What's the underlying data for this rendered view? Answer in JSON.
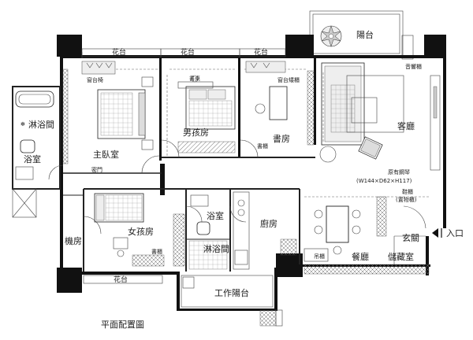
{
  "title": "平面配置圖",
  "rooms": {
    "balcony_top": "陽台",
    "master_bedroom": "主臥室",
    "boys_room": "男孩房",
    "study": "書房",
    "living_room": "客廳",
    "bath_left": "浴室",
    "shower_left": "淋浴間",
    "girls_room": "女孩房",
    "bath_mid": "浴室",
    "shower_mid": "淋浴間",
    "kitchen": "廚房",
    "dining": "餐廳",
    "foyer": "玄關",
    "storage": "儲藏室",
    "machine_room": "機房",
    "work_balcony": "工作陽台"
  },
  "planters": [
    "花台",
    "花台",
    "花台",
    "花台"
  ],
  "furniture": {
    "window_seat_master": "窗台椅",
    "desk_boys": "書桌",
    "window_cabinet_study": "窗台矮櫃",
    "bookcase_boys": "書櫃",
    "bookcase_girls": "書櫃",
    "audio_cabinet": "音響櫃",
    "secret_door": "密門",
    "piano_line1": "原有鋼琴",
    "piano_line2": "(W144×D62×H117)",
    "shoe_cabinet_line1": "鞋櫃",
    "shoe_cabinet_line2": "(置物櫃)",
    "hanging_cabinet": "吊櫃"
  },
  "entrance": "入口",
  "colors": {
    "wall": "#111111",
    "line": "#222222",
    "hatch": "#555555"
  }
}
